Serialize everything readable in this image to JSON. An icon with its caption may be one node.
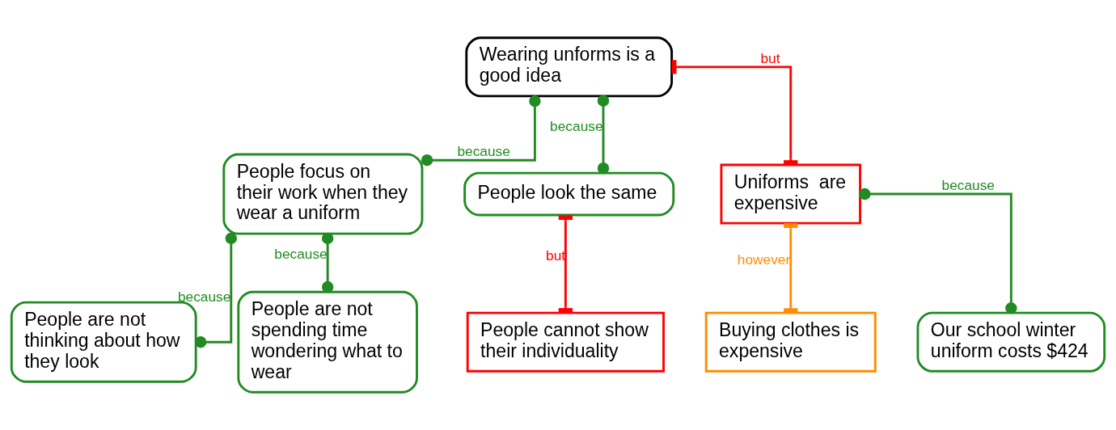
{
  "diagram": {
    "nodes": [
      {
        "text": [
          "Wearing unforms is a good idea"
        ]
      },
      {
        "text": [
          "People focus on their work when they wear a uniform"
        ]
      },
      {
        "text": [
          "People look the same"
        ]
      },
      {
        "text": [
          "Uniforms  are expensive"
        ]
      },
      {
        "text": [
          "People are not thinking about how they look"
        ]
      },
      {
        "text": [
          "People are not spending time wondering what to wear"
        ]
      },
      {
        "text": [
          "People cannot show their individuality"
        ]
      },
      {
        "text": [
          "Buying clothes is expensive"
        ]
      },
      {
        "text": [
          "Our school winter uniform costs $424"
        ]
      }
    ],
    "edges": [
      {
        "from": 1,
        "to": 0,
        "arrow": "other",
        "label": "because"
      },
      {
        "from": 2,
        "to": 0,
        "arrow": "other",
        "label": "because"
      },
      {
        "from": 3,
        "to": 0,
        "arrow": "other",
        "label": "but",
        "color": "#ff0000"
      },
      {
        "from": 4,
        "to": 1,
        "arrow": "other",
        "label": "because"
      },
      {
        "from": 5,
        "to": 1,
        "arrow": "other",
        "label": "because"
      },
      {
        "from": 6,
        "to": 2,
        "arrow": "other",
        "label": "but",
        "color": "#ff0000"
      },
      {
        "from": 7,
        "to": 3,
        "arrow": "other",
        "label": "however",
        "color": "#ff8c00"
      },
      {
        "from": 8,
        "to": 3,
        "arrow": "other",
        "label": "because"
      }
    ]
  }
}
